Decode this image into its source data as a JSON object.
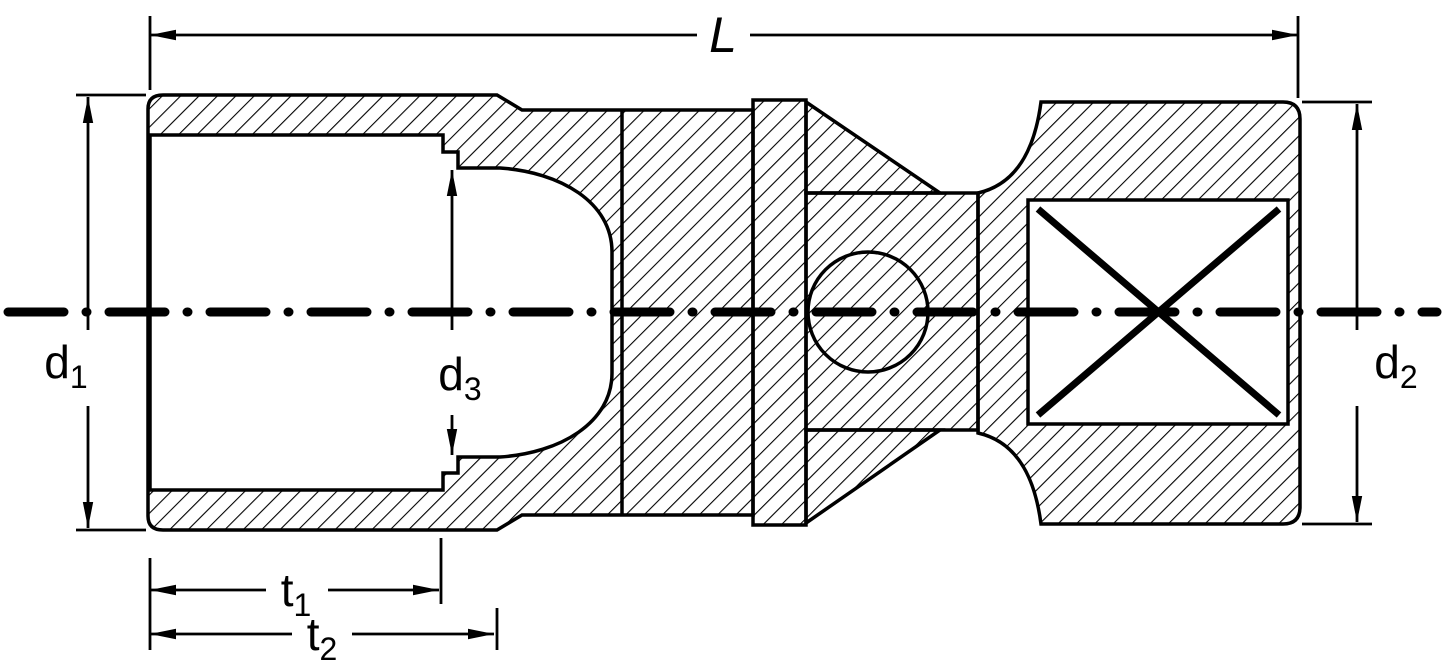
{
  "diagram": {
    "colors": {
      "ink": "#000000",
      "background": "#ffffff"
    },
    "labels": {
      "length": {
        "text": "L"
      },
      "d1": {
        "base": "d",
        "sub": "1"
      },
      "d2": {
        "base": "d",
        "sub": "2"
      },
      "d3": {
        "base": "d",
        "sub": "3"
      },
      "t1": {
        "base": "t",
        "sub": "1"
      },
      "t2": {
        "base": "t",
        "sub": "2"
      }
    }
  }
}
